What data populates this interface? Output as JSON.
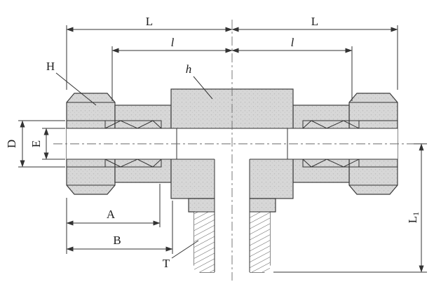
{
  "drawing": {
    "type": "technical-dimension-drawing",
    "subject": "branch-tee-compression-tube-fitting-cross-section",
    "colors": {
      "line": "#333333",
      "metal": "#d7d7d7",
      "background": "#ffffff"
    },
    "labels": {
      "L_left": "L",
      "L_right": "L",
      "l_left": "l",
      "l_right": "l",
      "H": "H",
      "h": "h",
      "D": "D",
      "E": "E",
      "A": "A",
      "B": "B",
      "T": "T",
      "L1_main": "L",
      "L1_sub": "1"
    }
  }
}
